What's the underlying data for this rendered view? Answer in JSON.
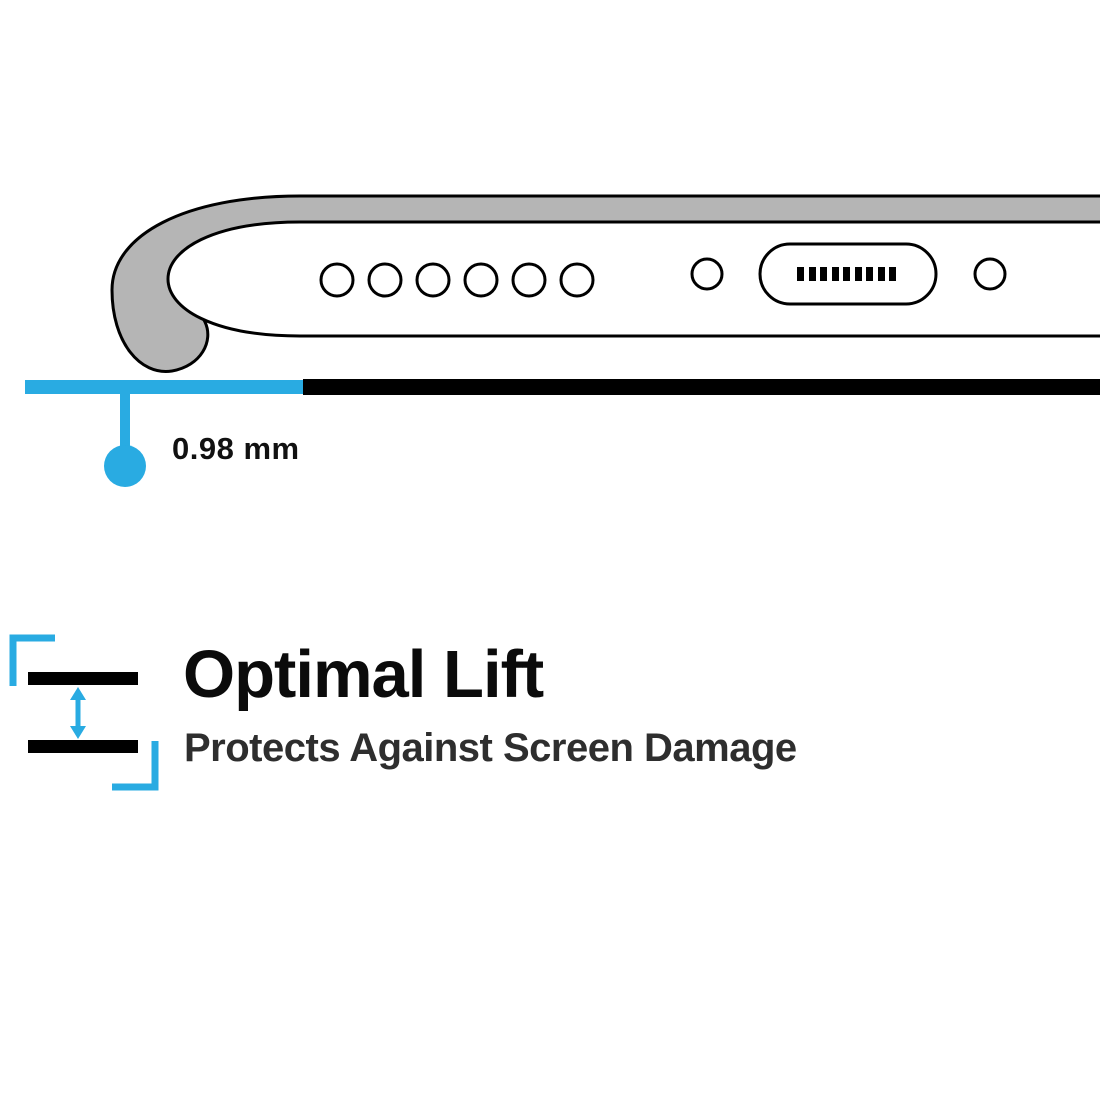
{
  "colors": {
    "accent": "#29ABE2",
    "ink": "#000000",
    "case_gray": "#b5b5b5"
  },
  "illustration": {
    "name": "phone-case-bottom-edge-cutaway",
    "measurement_label": "0.98 mm"
  },
  "feature": {
    "title": "Optimal Lift",
    "subtitle": "Protects Against Screen Damage"
  }
}
